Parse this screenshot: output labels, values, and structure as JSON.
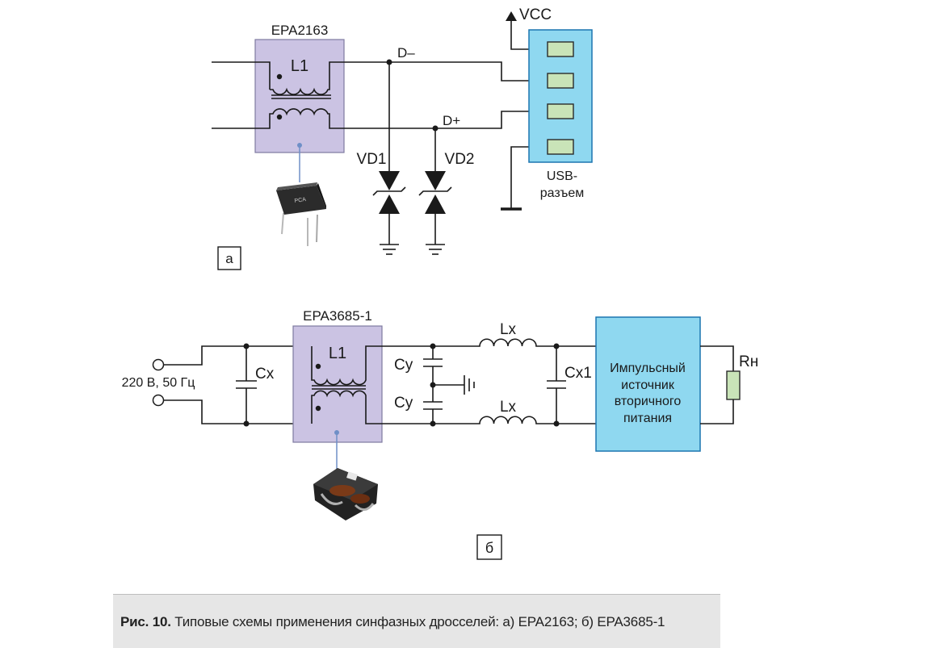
{
  "diagram_a": {
    "chip": "EPA2163",
    "inductor": "L1",
    "net_dminus": "D–",
    "net_dplus": "D+",
    "supply": "VCC",
    "diode1": "VD1",
    "diode2": "VD2",
    "connector_line1": "USB-",
    "connector_line2": "разъем",
    "panel": "а"
  },
  "diagram_b": {
    "chip": "EPA3685-1",
    "inductor": "L1",
    "input": "220 В, 50 Гц",
    "cap_x": "Cx",
    "cap_y_top": "Cy",
    "cap_y_bottom": "Cy",
    "ind_x_top": "Lx",
    "ind_x_bottom": "Lx",
    "cap_x1": "Cx1",
    "psu_lines": [
      "Импульсный",
      "источник",
      "вторичного",
      "питания"
    ],
    "load": "Rн",
    "panel": "б"
  },
  "caption": {
    "label": "Рис. 10.",
    "text": " Типовые схемы применения синфазных дросселей: а) EPA2163; б) EPA3685-1"
  },
  "colors": {
    "chip_fill": "#cbc3e3",
    "chip_border": "#7e7aa0",
    "usb_fill": "#8fd8f0",
    "usb_border": "#1c75b0",
    "pin_fill": "#c9e4b8",
    "psu_fill": "#8fd8f0",
    "probe_line": "#6f8fc7",
    "caption_bg": "#e6e6e6"
  }
}
